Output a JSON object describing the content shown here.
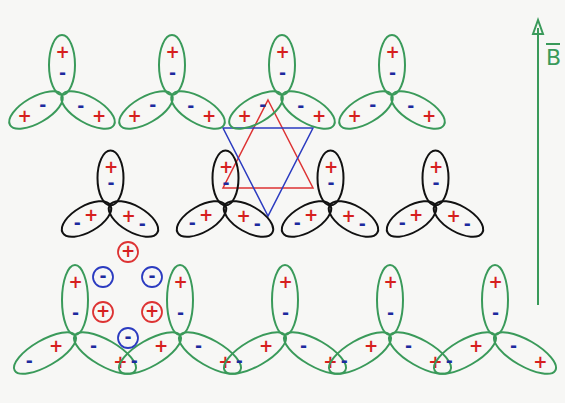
{
  "diagram": {
    "nodes": [
      {
        "text": [
          "+",
          "-"
        ]
      },
      {
        "text": [
          "+",
          "-"
        ]
      },
      {
        "text": [
          "+",
          "-"
        ]
      },
      {
        "text": [
          "+",
          "-"
        ]
      },
      {
        "text": [
          "+",
          "-"
        ]
      },
      {
        "text": [
          "+",
          "-"
        ]
      },
      {
        "text": [
          "+",
          "-"
        ]
      },
      {
        "text": [
          "+",
          "-"
        ]
      },
      {
        "text": [
          "+",
          "-"
        ]
      },
      {
        "text": [
          "+",
          "-"
        ]
      },
      {
        "text": [
          "+",
          "-"
        ]
      },
      {
        "text": [
          "+",
          "-"
        ]
      },
      {
        "text": [
          "+",
          "-"
        ]
      },
      {
        "text": [
          "-",
          "+"
        ]
      },
      {
        "text": [
          "-",
          "+"
        ]
      },
      {
        "text": [
          "+",
          "-"
        ]
      },
      {
        "text": [
          "-",
          "+"
        ]
      },
      {
        "text": [
          "-",
          "+"
        ]
      },
      {
        "text": [
          "+",
          "-"
        ]
      },
      {
        "text": [
          "-",
          "+"
        ]
      },
      {
        "text": [
          "-",
          "+"
        ]
      },
      {
        "text": [
          "+",
          "-"
        ]
      },
      {
        "text": [
          "-",
          "+"
        ]
      },
      {
        "text": [
          "-",
          "+"
        ]
      },
      {
        "text": [
          "+",
          "-"
        ]
      },
      {
        "text": [
          "-",
          "+"
        ]
      },
      {
        "text": [
          "+",
          "-"
        ]
      },
      {
        "text": [
          "+",
          "-"
        ]
      },
      {
        "text": [
          "-",
          "+"
        ]
      },
      {
        "text": [
          "+",
          "-"
        ]
      },
      {
        "text": [
          "+",
          "-"
        ]
      },
      {
        "text": [
          "-",
          "+"
        ]
      },
      {
        "text": [
          "+",
          "-"
        ]
      },
      {
        "text": [
          "+",
          "-"
        ]
      },
      {
        "text": [
          "-",
          "+"
        ]
      },
      {
        "text": [
          "+",
          "-"
        ]
      },
      {
        "text": [
          "+",
          "-"
        ]
      },
      {
        "text": [
          "-",
          "+"
        ]
      },
      {
        "text": [
          "+",
          "-"
        ]
      },
      {
        "text": [
          "+"
        ]
      },
      {
        "text": [
          "-"
        ]
      },
      {
        "text": [
          "-"
        ]
      },
      {
        "text": [
          "+"
        ]
      },
      {
        "text": [
          "+"
        ]
      },
      {
        "text": [
          "-"
        ]
      }
    ],
    "labels": [
      "B"
    ]
  }
}
